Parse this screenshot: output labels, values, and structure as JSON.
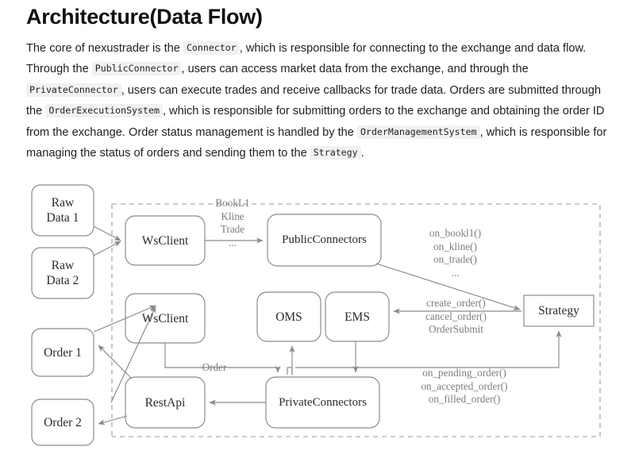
{
  "page": {
    "title": "Architecture(Data Flow)"
  },
  "intro": {
    "segments": [
      {
        "type": "text",
        "value": "The core of nexustrader is the "
      },
      {
        "type": "code",
        "value": "Connector"
      },
      {
        "type": "text",
        "value": ", which is responsible for connecting to the exchange and data flow. Through the "
      },
      {
        "type": "code",
        "value": "PublicConnector"
      },
      {
        "type": "text",
        "value": ", users can access market data from the exchange, and through the "
      },
      {
        "type": "code",
        "value": "PrivateConnector"
      },
      {
        "type": "text",
        "value": ", users can execute trades and receive callbacks for trade data. Orders are submitted through the "
      },
      {
        "type": "code",
        "value": "OrderExecutionSystem"
      },
      {
        "type": "text",
        "value": ", which is responsible for submitting orders to the exchange and obtaining the order ID from the exchange. Order status management is handled by the "
      },
      {
        "type": "code",
        "value": "OrderManagementSystem"
      },
      {
        "type": "text",
        "value": ", which is responsible for managing the status of orders and sending them to the "
      },
      {
        "type": "code",
        "value": "Strategy"
      },
      {
        "type": "text",
        "value": "."
      }
    ]
  },
  "diagram": {
    "colors": {
      "node_stroke": "#8c8c8c",
      "node_fill": "#ffffff",
      "edge_stroke": "#8a8a8a",
      "label_text": "#7d7d7d",
      "node_text": "#2b2b2b",
      "boundary_stroke": "#9a9a9a"
    },
    "boundary": {
      "label": "system-boundary",
      "style": "dashed"
    },
    "nodes": [
      {
        "id": "raw-data-1",
        "label": "Raw\nData 1",
        "shape": "rounded"
      },
      {
        "id": "raw-data-2",
        "label": "Raw\nData 2",
        "shape": "rounded"
      },
      {
        "id": "order-1",
        "label": "Order 1",
        "shape": "rounded"
      },
      {
        "id": "order-2",
        "label": "Order 2",
        "shape": "rounded"
      },
      {
        "id": "ws-client-public",
        "label": "WsClient",
        "shape": "rounded"
      },
      {
        "id": "ws-client-private",
        "label": "WsClient",
        "shape": "rounded"
      },
      {
        "id": "rest-api",
        "label": "RestApi",
        "shape": "rounded"
      },
      {
        "id": "public-connectors",
        "label": "PublicConnectors",
        "shape": "rounded"
      },
      {
        "id": "private-connectors",
        "label": "PrivateConnectors",
        "shape": "rounded"
      },
      {
        "id": "oms",
        "label": "OMS",
        "shape": "rounded"
      },
      {
        "id": "ems",
        "label": "EMS",
        "shape": "rounded"
      },
      {
        "id": "strategy",
        "label": "Strategy",
        "shape": "rectangle"
      }
    ],
    "edge_labels": [
      {
        "id": "market-data-types",
        "text": "BookL1\nKline\nTrade\n..."
      },
      {
        "id": "market-data-callbacks",
        "text": "on_bookl1()\non_kline()\non_trade()\n..."
      },
      {
        "id": "order-commands",
        "text": "create_order()\ncancel_order()\nOrderSubmit"
      },
      {
        "id": "order-flow",
        "text": "Order"
      },
      {
        "id": "order-callbacks",
        "text": "on_pending_order()\non_accepted_order()\non_filled_order()"
      }
    ]
  }
}
